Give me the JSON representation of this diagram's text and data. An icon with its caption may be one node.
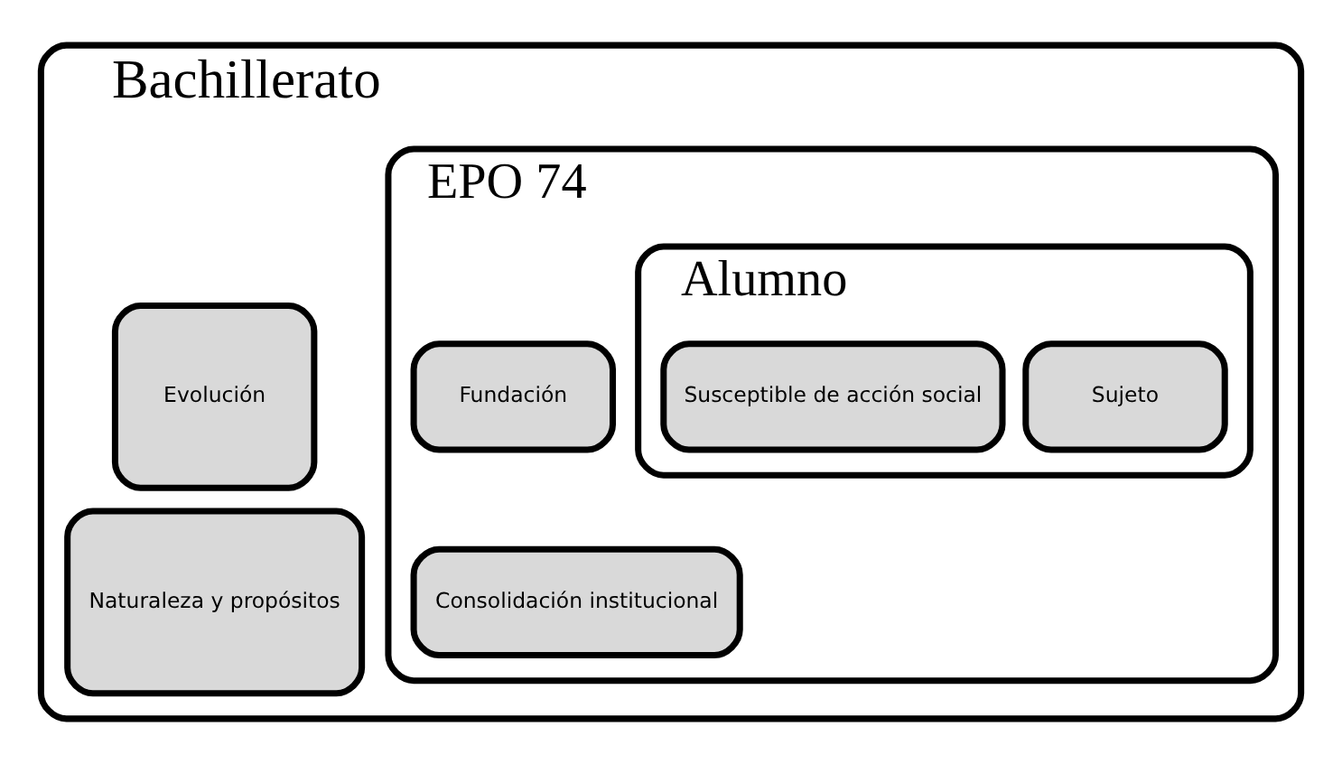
{
  "diagram": {
    "nodes": [
      {
        "text": [
          "Bachillerato"
        ]
      },
      {
        "text": [
          "Evolución"
        ],
        "in": 0
      },
      {
        "text": [
          "Naturaleza y propósitos"
        ],
        "in": 0
      },
      {
        "text": [
          "EPO 74"
        ],
        "in": 0
      },
      {
        "text": [
          "Fundación"
        ],
        "in": 3
      },
      {
        "text": [
          "Consolidación institucional"
        ],
        "in": 3
      },
      {
        "text": [
          "Alumno"
        ],
        "in": 3
      },
      {
        "text": [
          "Sujeto"
        ],
        "in": 6
      },
      {
        "text": [
          "Susceptible de acción social"
        ],
        "in": 6
      }
    ],
    "edges": []
  }
}
